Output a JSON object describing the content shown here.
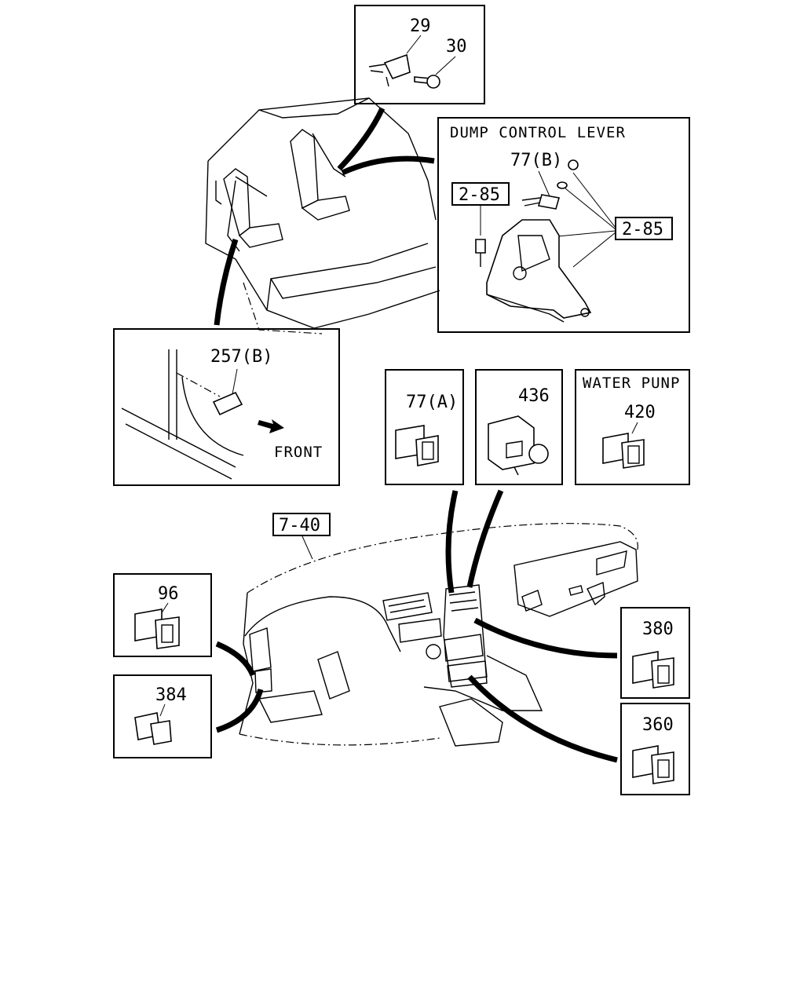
{
  "labels": {
    "p29": "29",
    "p30": "30",
    "dump_title": "DUMP CONTROL LEVER",
    "p77b": "77(B)",
    "ref_285_a": "2-85",
    "ref_285_b": "2-85",
    "p257b": "257(B)",
    "front": "FRONT",
    "p77a": "77(A)",
    "p436": "436",
    "water_title": "WATER PUNP",
    "p420": "420",
    "ref_740": "7-40",
    "p96": "96",
    "p384": "384",
    "p380": "380",
    "p360": "360"
  }
}
